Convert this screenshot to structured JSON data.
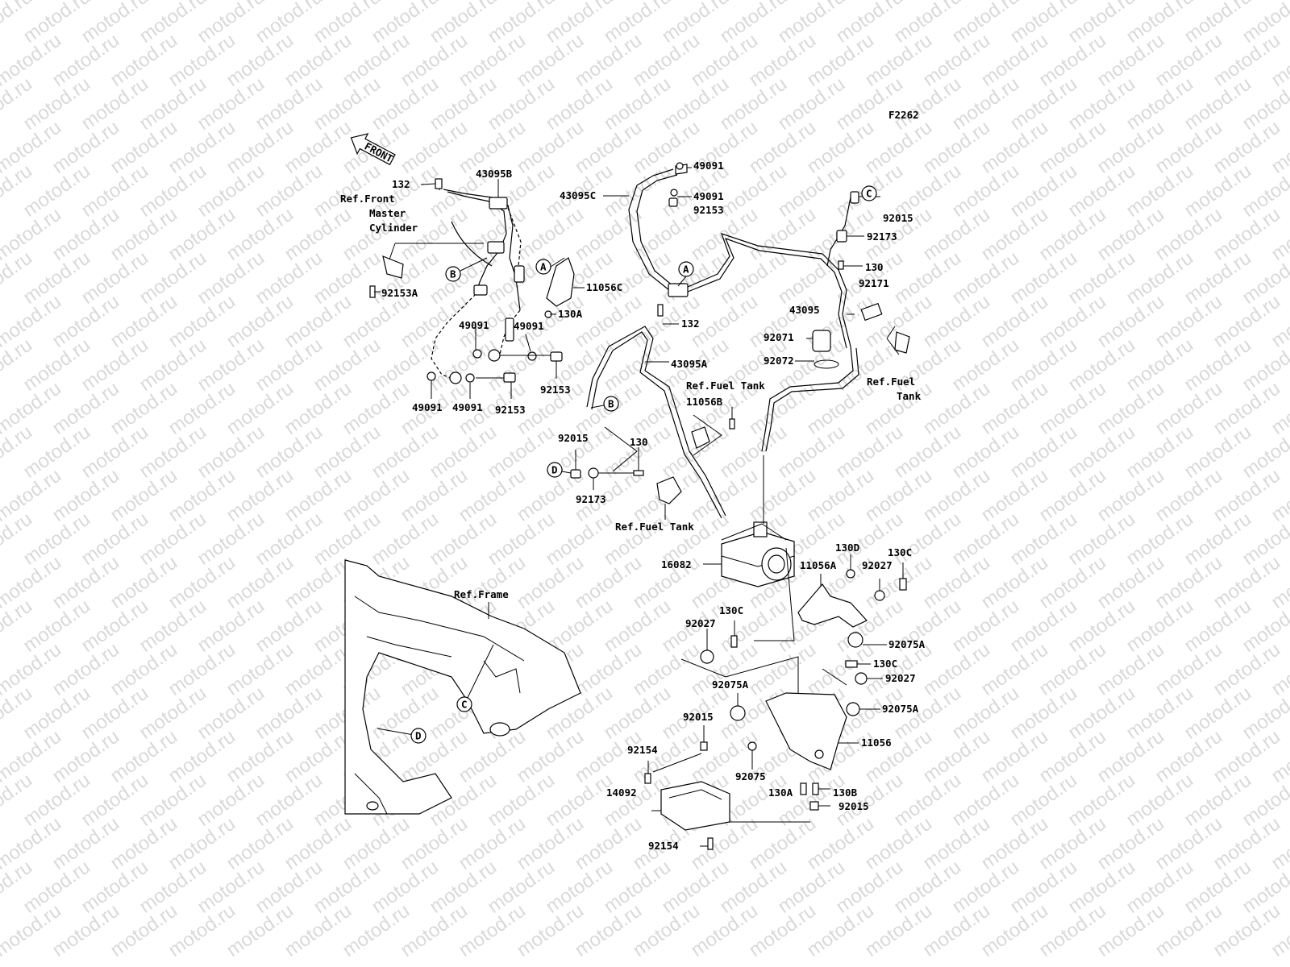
{
  "figure_code": "F2262",
  "direction_label": "FRONT",
  "watermark_text": "motod.ru",
  "callouts": {
    "A": "A",
    "B": "B",
    "C": "C",
    "D": "D"
  },
  "labels": {
    "p132_top": "132",
    "p43095B": "43095B",
    "ref_front_master_l1": "Ref.Front",
    "ref_front_master_l2": "Master",
    "ref_front_master_l3": "Cylinder",
    "p92153A": "92153A",
    "p11056C": "11056C",
    "p130A_top": "130A",
    "p49091_a": "49091",
    "p49091_b": "49091",
    "p49091_c": "49091",
    "p49091_d": "49091",
    "p92153_a": "92153",
    "p92153_b": "92153",
    "p49091_top": "49091",
    "p49091_mid": "49091",
    "p92153_top": "92153",
    "p43095C": "43095C",
    "p132_mid": "132",
    "p43095A": "43095A",
    "ref_fuel_tank_a": "Ref.Fuel Tank",
    "p11056B": "11056B",
    "p92015_left": "92015",
    "p130_left": "130",
    "p92173_left": "92173",
    "ref_fuel_tank_b": "Ref.Fuel Tank",
    "p92015_tr": "92015",
    "p92173_tr": "92173",
    "p130_tr": "130",
    "p92171": "92171",
    "p43095": "43095",
    "p92071": "92071",
    "p92072": "92072",
    "ref_fuel_tank_c_l1": "Ref.Fuel",
    "ref_fuel_tank_c_l2": "Tank",
    "p16082": "16082",
    "p130D": "130D",
    "p130C_a": "130C",
    "p11056A": "11056A",
    "p92027_a": "92027",
    "p130C_b": "130C",
    "p92027_b": "92027",
    "p92075A_a": "92075A",
    "p130C_c": "130C",
    "p92027_c": "92027",
    "p92075A_b": "92075A",
    "p92075A_c": "92075A",
    "p92015_b": "92015",
    "p11056": "11056",
    "p92154_a": "92154",
    "p92075": "92075",
    "p14092": "14092",
    "p130A_bot": "130A",
    "p130B": "130B",
    "p92015_c": "92015",
    "p92154_b": "92154",
    "ref_frame": "Ref.Frame"
  }
}
